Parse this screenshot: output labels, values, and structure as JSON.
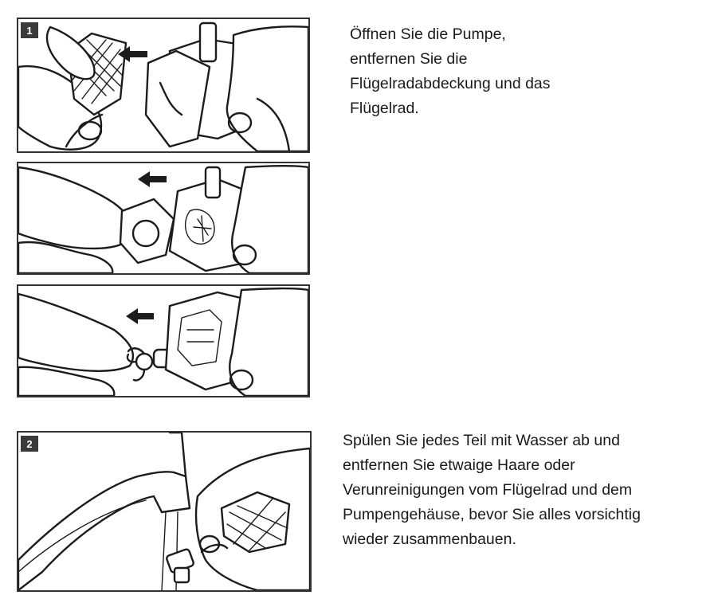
{
  "steps": [
    {
      "number": "1",
      "lines": [
        "Öffnen Sie die Pumpe,",
        "entfernen Sie die",
        "Flügelradabdeckung und das",
        "Flügelrad."
      ]
    },
    {
      "number": "2",
      "lines": [
        "Spülen Sie jedes Teil mit Wasser ab und",
        "entfernen Sie etwaige Haare oder",
        "Verunreinigungen vom Flügelrad und dem",
        "Pumpengehäuse, bevor Sie alles vorsichtig",
        "wieder zusammenbauen."
      ]
    }
  ],
  "colors": {
    "ink": "#1c1c1c",
    "badge": "#3a3a3a",
    "background": "#ffffff"
  }
}
